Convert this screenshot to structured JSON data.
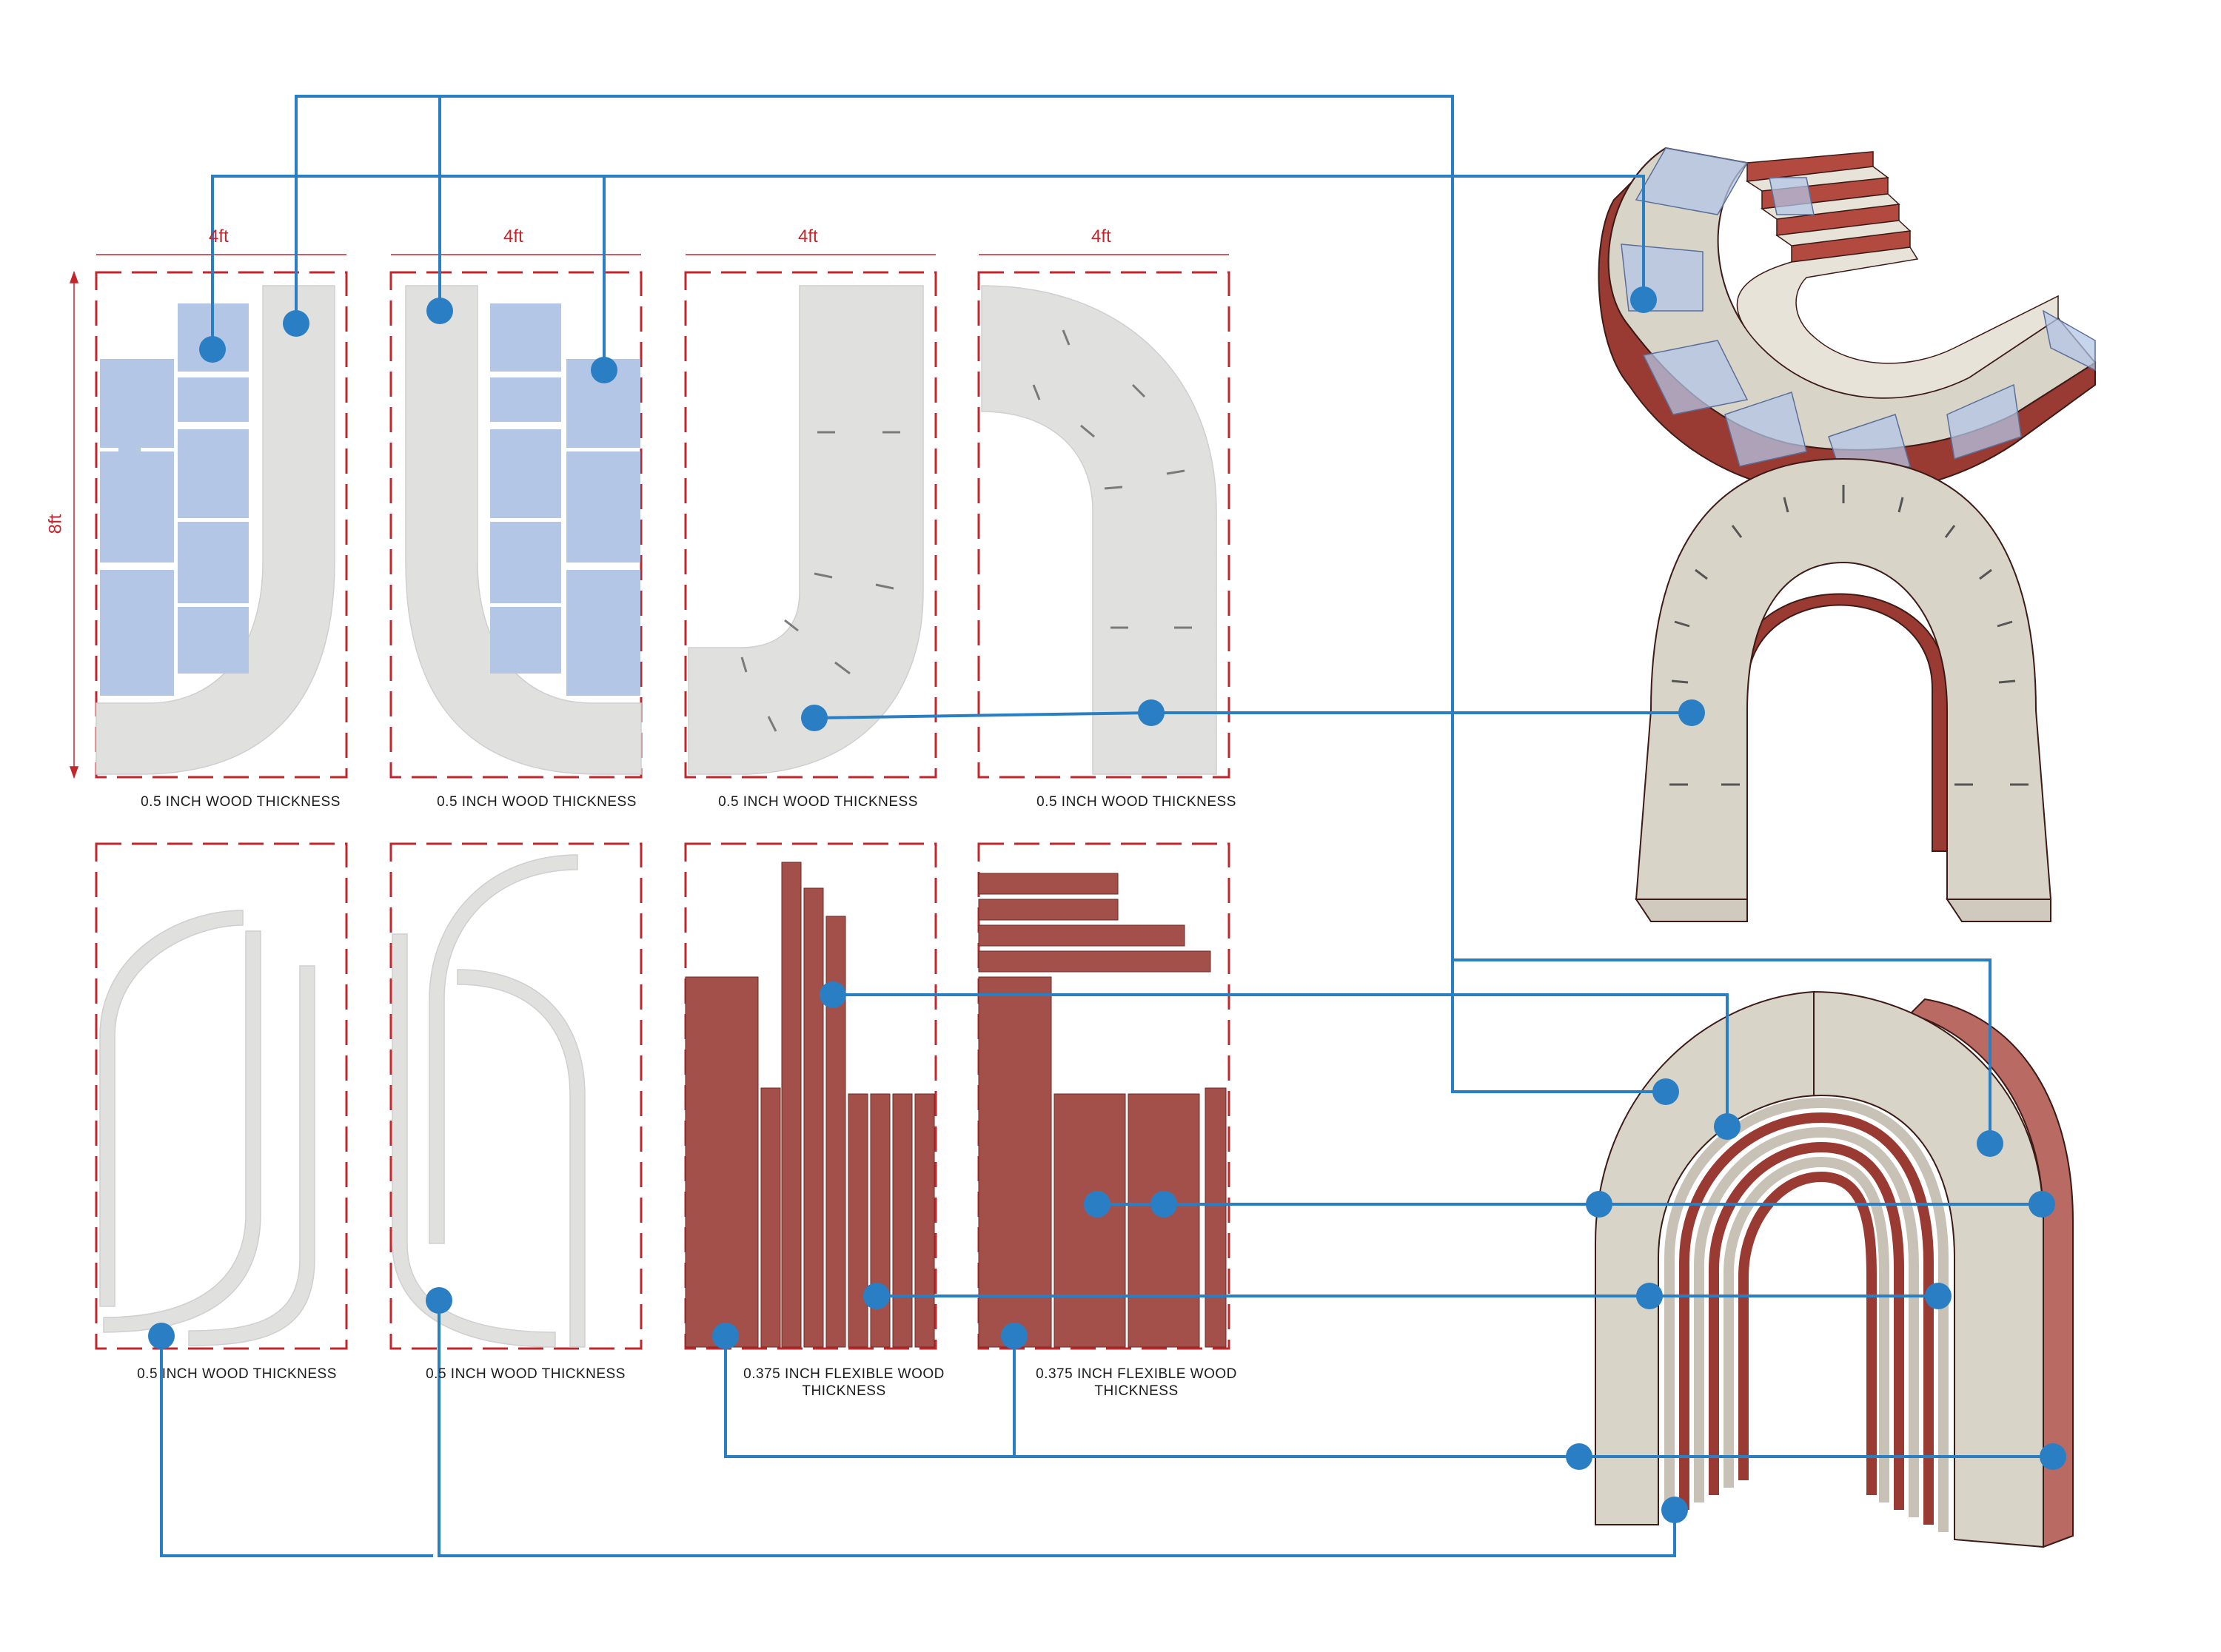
{
  "dimensions": {
    "width_label": "4ft",
    "height_label": "8ft"
  },
  "sheet_labels": [
    {
      "id": "a",
      "text": "0.5 INCH WOOD THICKNESS"
    },
    {
      "id": "b",
      "text": "0.5 INCH WOOD THICKNESS"
    },
    {
      "id": "c",
      "text": "0.5 INCH WOOD THICKNESS"
    },
    {
      "id": "d",
      "text": "0.5 INCH WOOD THICKNESS"
    },
    {
      "id": "e",
      "text": "0.5 INCH WOOD THICKNESS"
    },
    {
      "id": "f",
      "text": "0.5 INCH WOOD THICKNESS"
    },
    {
      "id": "g",
      "text": "0.375 INCH FLEXIBLE WOOD THICKNESS"
    },
    {
      "id": "h",
      "text": "0.375 INCH FLEXIBLE WOOD THICKNESS"
    }
  ],
  "colors": {
    "cut_line": "#c0272d",
    "connector": "#2a7fc4",
    "node": "#2a7fc4",
    "panel_grey": "#e0e0df",
    "step_blue": "#b3c6e6",
    "flex_red": "#a3504b",
    "model_red": "#9a3b33",
    "model_stone": "#d8d4c8"
  }
}
